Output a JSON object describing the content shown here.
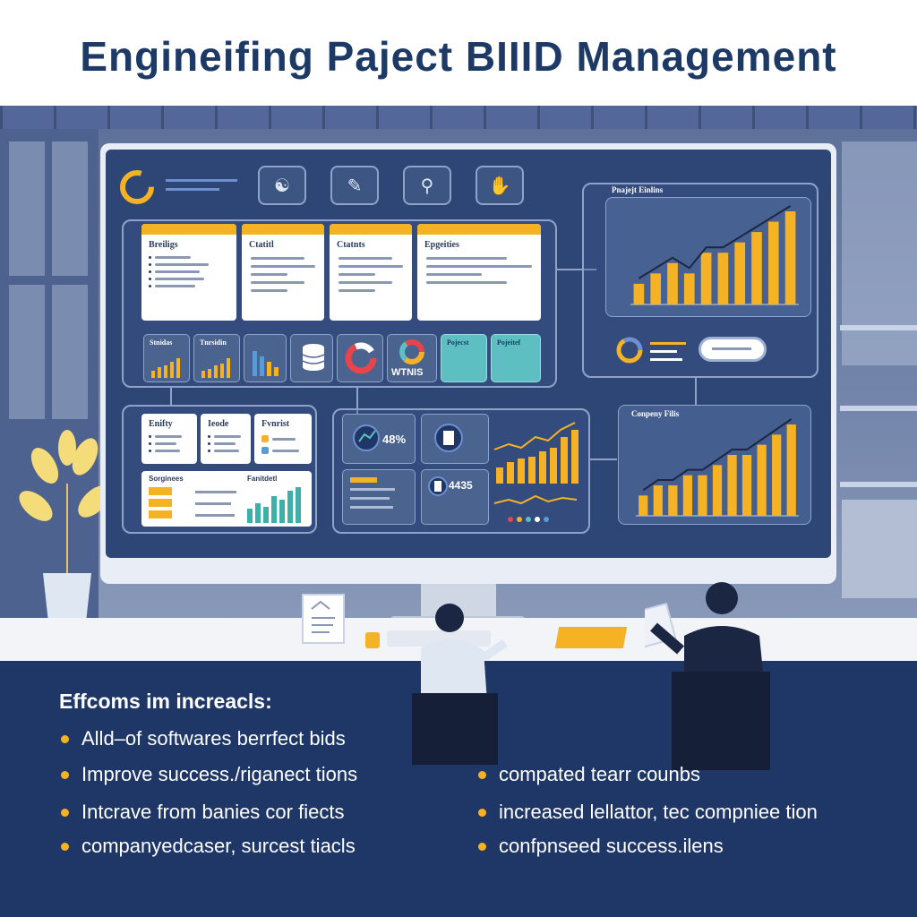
{
  "title": "Engineifing Paject BIIID Management",
  "toolbar": {
    "icons": [
      "team-icon",
      "document-icon",
      "idea-icon",
      "handshake-icon"
    ]
  },
  "top_cards": [
    {
      "title": "Breiligs"
    },
    {
      "title": "Ctatitl"
    },
    {
      "title": "Ctatnts"
    },
    {
      "title": "Epgeities"
    }
  ],
  "mini_tiles": [
    {
      "label": "Stnidas"
    },
    {
      "label": "Tnrsidin"
    },
    {
      "label": "Pojecst"
    },
    {
      "label": "Pojeitef"
    }
  ],
  "wins_label": "WTNIS",
  "left_cards": [
    {
      "title": "Enifty"
    },
    {
      "title": "Ieode"
    },
    {
      "title": "Fvnrist"
    }
  ],
  "lower_cards": [
    {
      "title": "Sorginees"
    },
    {
      "title": "Fanitdetl"
    }
  ],
  "metrics": {
    "percent": "48%",
    "value": "4435"
  },
  "right_top_chart": {
    "label": "Pnajejt Einlins"
  },
  "right_bottom_chart": {
    "label": "Conpeny Filis"
  },
  "chart_data": [
    {
      "type": "bar",
      "title": "Pnajejt Einlins",
      "values": [
        2,
        3,
        4,
        3,
        5,
        5,
        6,
        7,
        8,
        9
      ]
    },
    {
      "type": "bar",
      "title": "Conpeny Filis",
      "values": [
        2,
        3,
        3,
        4,
        4,
        5,
        6,
        6,
        7,
        8,
        9
      ]
    }
  ],
  "section_title": "Effcoms im increacls:",
  "bullets_left": [
    "Alld–of softwares berrfect bids",
    "Improve success./riganect tions",
    "Intcrave from banies cor fiects",
    "companyedcaser, surcest tiacls"
  ],
  "bullets_right": [
    "compated tearr counbs",
    "increased lellattor, tec compniee tion",
    "confpnseed success.ilens"
  ],
  "colors": {
    "accent": "#f5b225",
    "navy": "#1f3766",
    "screen": "#2e4676",
    "teal": "#5ebfc3"
  }
}
